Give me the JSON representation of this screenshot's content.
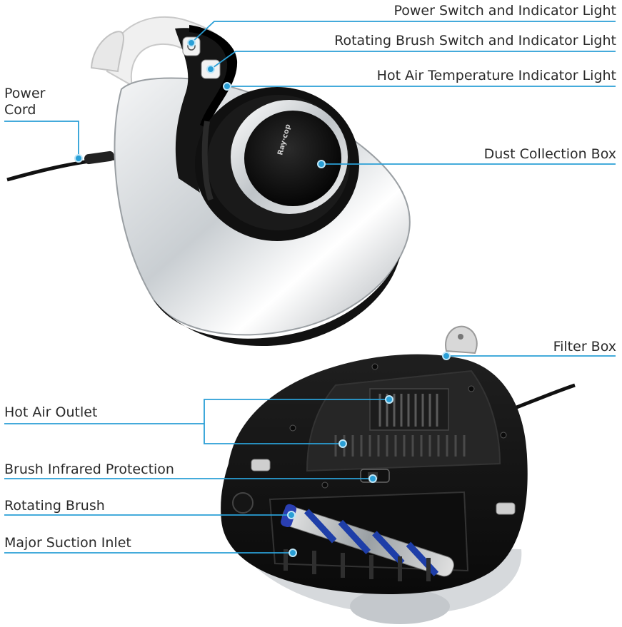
{
  "colors": {
    "callout": "#2a9fd6",
    "text": "#2a2a2a",
    "body_silver": "#d9dde0",
    "body_black": "#161616"
  },
  "callouts_right": [
    {
      "text": "Power Switch and Indicator Light"
    },
    {
      "text": "Rotating Brush Switch and Indicator Light"
    },
    {
      "text": "Hot Air Temperature Indicator Light"
    },
    {
      "text": "Dust Collection Box"
    },
    {
      "text": "Filter Box"
    }
  ],
  "callouts_left": [
    {
      "text": "Power\nCord"
    },
    {
      "text": "Hot Air Outlet"
    },
    {
      "text": "Brush Infrared Protection"
    },
    {
      "text": "Rotating Brush"
    },
    {
      "text": "Major Suction Inlet"
    }
  ],
  "brand_logo": "Raycop-like logo"
}
